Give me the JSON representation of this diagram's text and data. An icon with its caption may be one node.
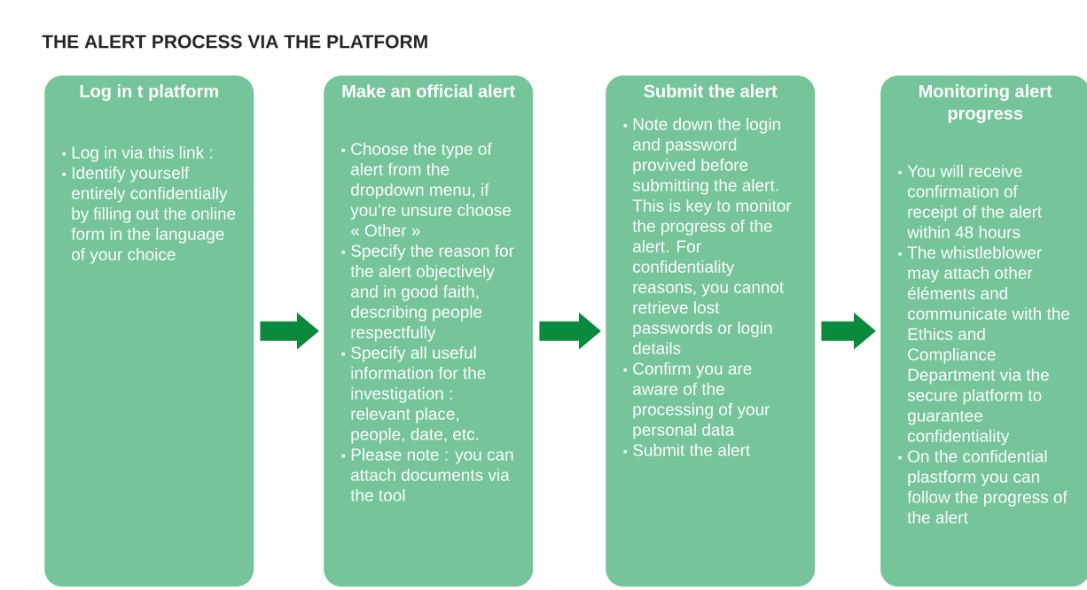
{
  "diagram": {
    "title": "THE ALERT PROCESS VIA THE PLATFORM",
    "nodes": [
      {
        "text": [
          "Log in t platform",
          "Log in via this link :",
          "Identify yourself entirely confidentially by filling out the online form in the language of your choice"
        ]
      },
      {
        "text": [
          "Make an official alert",
          "Choose the type of alert from the dropdown menu, if you’re unsure choose « Other »",
          "Specify the reason for the alert objectively and in good faith, describing people respectfully",
          "Specify all useful information for the investigation : relevant place, people, date, etc.",
          "Please note : you can attach documents via the tool"
        ]
      },
      {
        "text": [
          "Submit the alert",
          "Note down the login and password provived before submitting the alert. This is key to monitor the progress of the alert. For confidentiality reasons, you cannot retrieve lost passwords or login details",
          "Confirm you are aware of the processing of your personal data",
          "Submit the alert"
        ]
      },
      {
        "text": [
          "Monitoring alert progress",
          "You will receive confirmation of receipt of the alert within 48 hours",
          "The whistleblower may attach other éléments and communicate with the Ethics and Compliance Department via the secure platform to guarantee confidentiality",
          "On the confidential plastform you can follow the progress of the alert"
        ]
      }
    ],
    "edges": [
      {
        "from": 0,
        "to": 1,
        "arrow": "to"
      },
      {
        "from": 1,
        "to": 2,
        "arrow": "to"
      },
      {
        "from": 2,
        "to": 3,
        "arrow": "to"
      }
    ]
  }
}
